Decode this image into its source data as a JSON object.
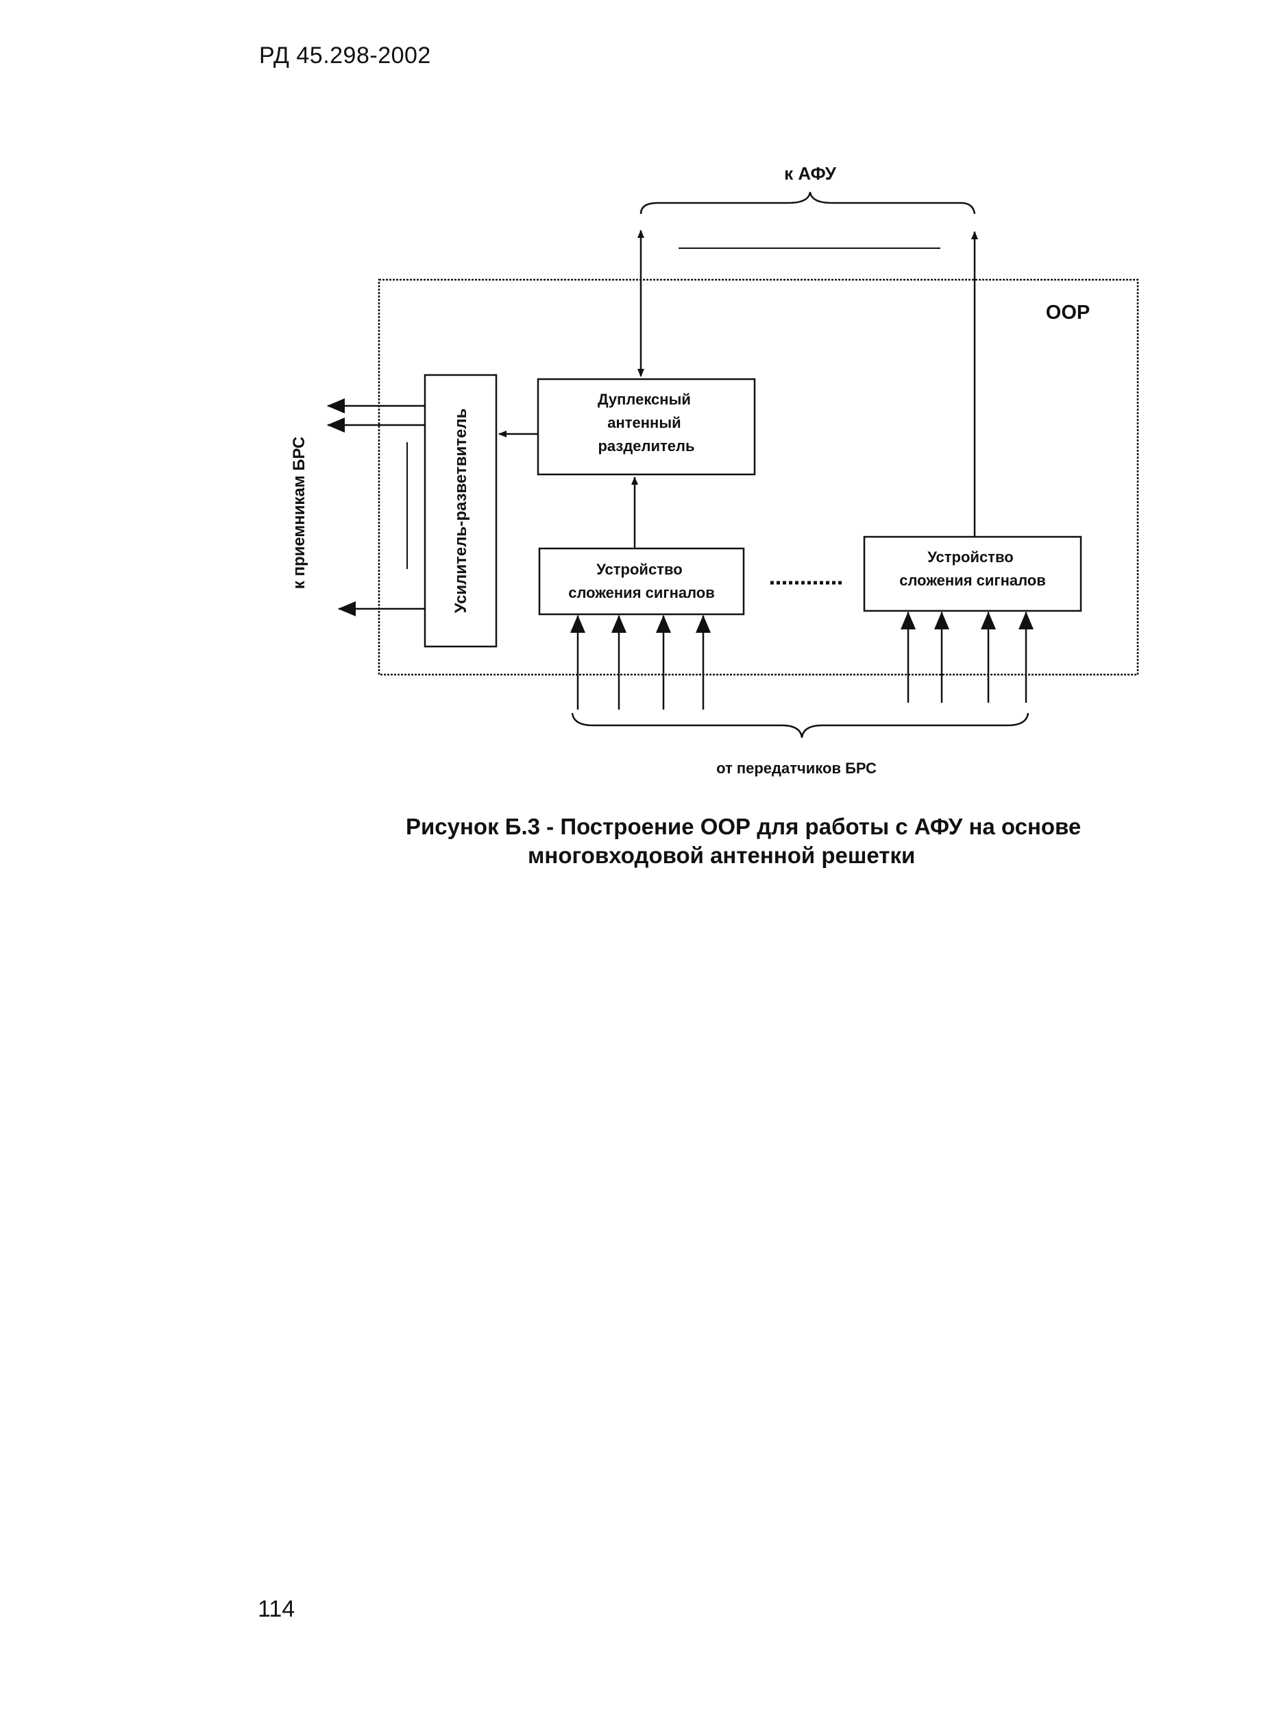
{
  "header": {
    "doc_code": "РД 45.298-2002"
  },
  "diagram": {
    "to_afu_label": "к АФУ",
    "oor_label": "ООР",
    "duplexer_lines": [
      "Дуплексный",
      "антенный",
      "разделитель"
    ],
    "splitter_label": "Усилитель-разветвитель",
    "to_receivers_label": "к приемникам БРС",
    "adder1_lines": [
      "Устройство",
      "сложения сигналов"
    ],
    "adder2_lines": [
      "Устройство",
      "сложения сигналов"
    ],
    "from_transmitters_label": "от передатчиков БРС"
  },
  "caption": {
    "line1": "Рисунок Б.3 - Построение ООР для работы с АФУ на основе",
    "line2": "многовходовой антенной решетки"
  },
  "footer": {
    "page_number": "114"
  }
}
